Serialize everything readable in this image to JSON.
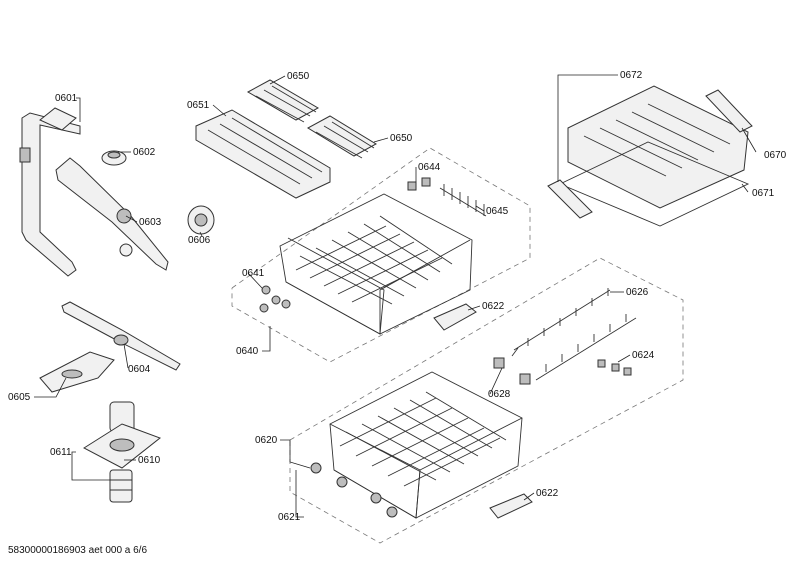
{
  "labels": {
    "l0601": "0601",
    "l0602": "0602",
    "l0603": "0603",
    "l0604": "0604",
    "l0605": "0605",
    "l0606": "0606",
    "l0610": "0610",
    "l0611": "0611",
    "l0620": "0620",
    "l0621": "0621",
    "l0622a": "0622",
    "l0622b": "0622",
    "l0624": "0624",
    "l0626": "0626",
    "l0628": "0628",
    "l0640": "0640",
    "l0641": "0641",
    "l0644": "0644",
    "l0645": "0645",
    "l0650a": "0650",
    "l0650b": "0650",
    "l0651": "0651",
    "l0670": "0670",
    "l0671": "0671",
    "l0672": "0672"
  },
  "footer": "58300000186903 aet 000 a 6/6"
}
